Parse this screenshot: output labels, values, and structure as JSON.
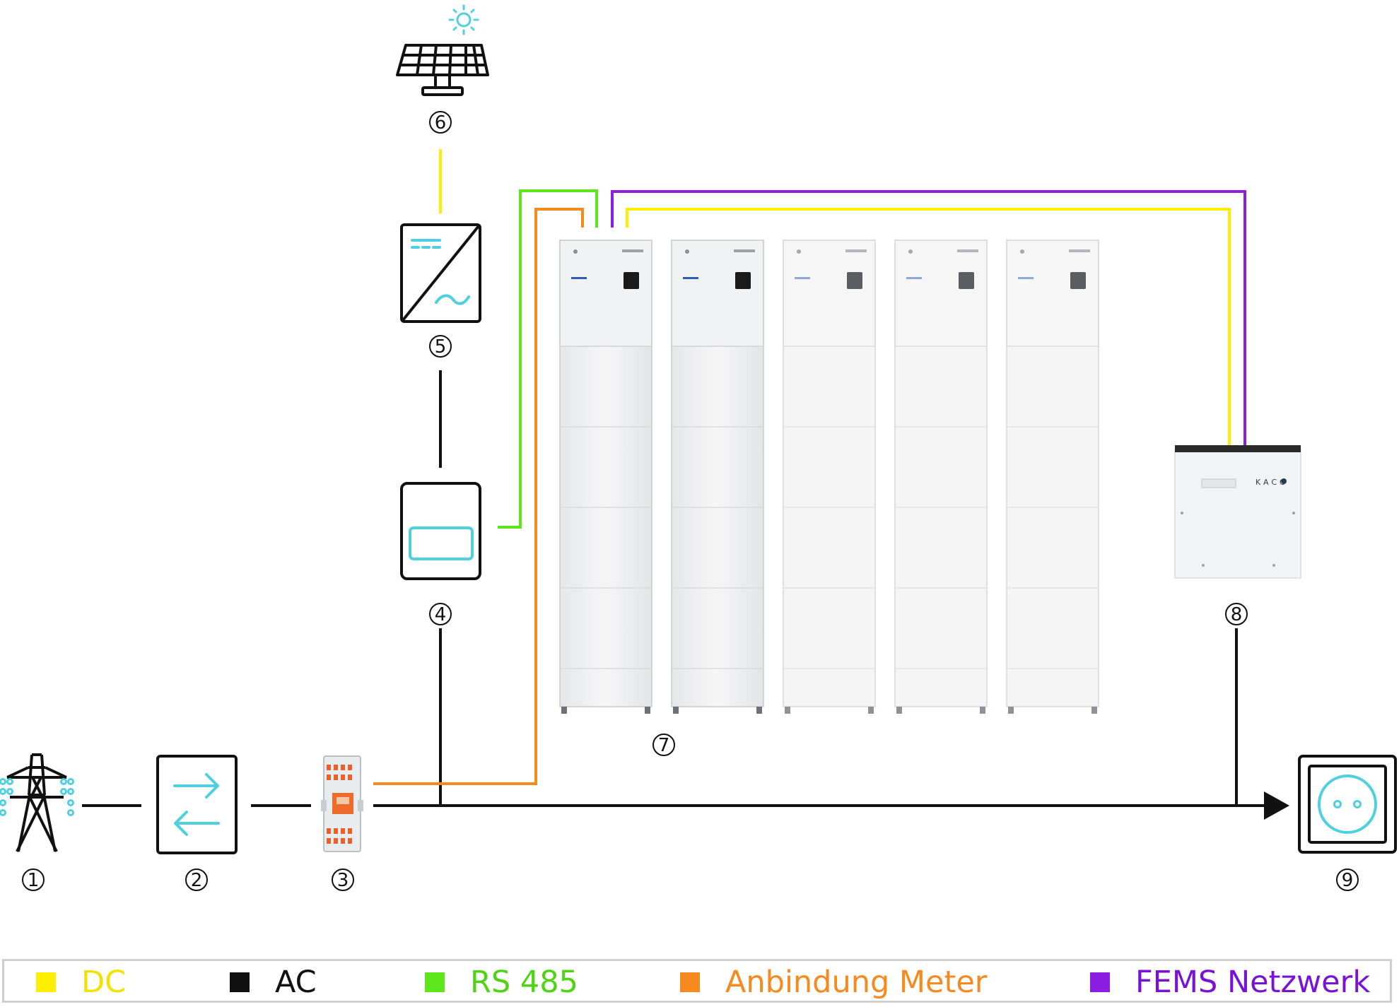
{
  "diagram": {
    "node_labels": [
      "1",
      "2",
      "3",
      "4",
      "5",
      "6",
      "7",
      "8",
      "9"
    ],
    "inverter_brand": "KACO"
  },
  "legend": {
    "items": [
      {
        "label": "DC",
        "color": "#ffee00",
        "text_color": "#f2e200"
      },
      {
        "label": "AC",
        "color": "#111111",
        "text_color": "#111111"
      },
      {
        "label": "RS 485",
        "color": "#5ee61c",
        "text_color": "#4fd413"
      },
      {
        "label": "Anbindung Meter",
        "color": "#f58a1f",
        "text_color": "#f58a1f"
      },
      {
        "label": "FEMS Netzwerk",
        "color": "#8b1ee0",
        "text_color": "#7a12d6"
      }
    ]
  }
}
